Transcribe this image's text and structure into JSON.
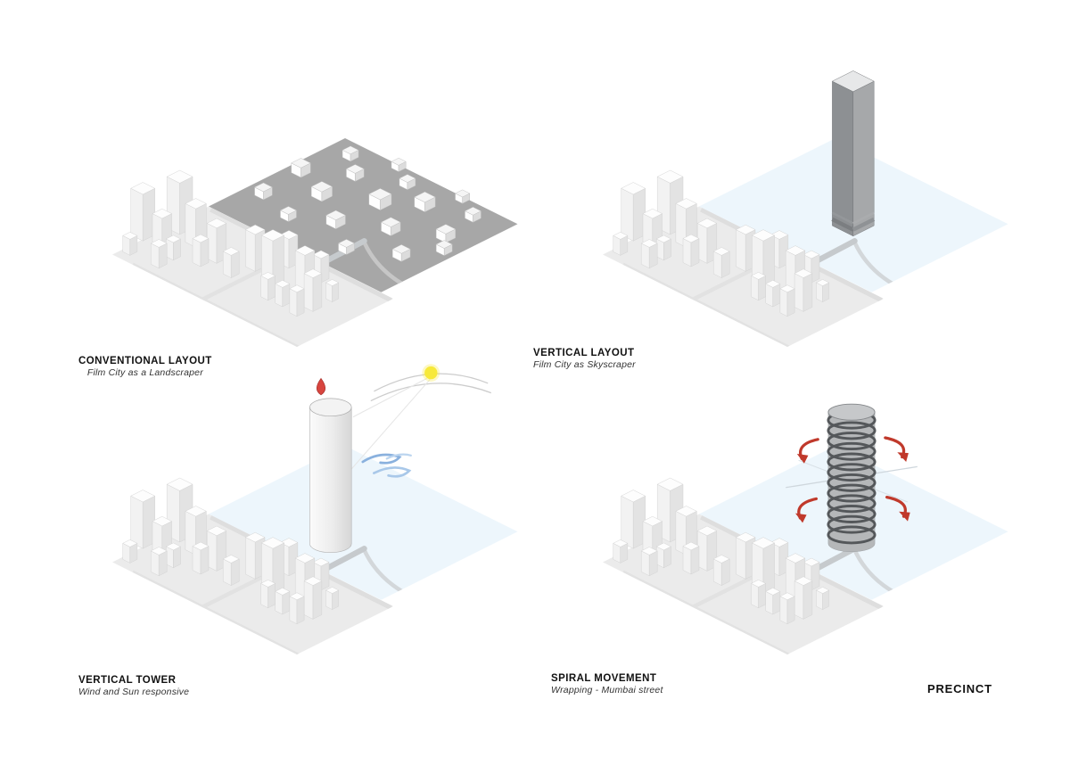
{
  "sheet_title": "PRECINCT",
  "diagrams": [
    {
      "id": "conventional-layout",
      "title": "CONVENTIONAL LAYOUT",
      "subtitle": "Film City as a Landscraper"
    },
    {
      "id": "vertical-layout",
      "title": "VERTICAL LAYOUT",
      "subtitle": "Film City as Skyscraper"
    },
    {
      "id": "vertical-tower",
      "title": "VERTICAL TOWER",
      "subtitle": "Wind and Sun responsive"
    },
    {
      "id": "spiral-movement",
      "title": "SPIRAL MOVEMENT",
      "subtitle": "Wrapping - Mumbai street"
    }
  ],
  "icons": {
    "sun": "sun-icon",
    "wind_drop": "wind-drop-icon",
    "wind_swirl": "wind-swirl-icon",
    "rotation_arrows": "rotation-arrows-icon"
  },
  "colors": {
    "background": "#ffffff",
    "site_plane_dark": "#a7a7a7",
    "site_plane_blue": "#edf6fc",
    "city_plane": "#ebebeb",
    "road": "#dedede",
    "building_top": "#fdfdfd",
    "building_left": "#f2f2f2",
    "building_right": "#e3e3e3",
    "tower_left": "#8d9093",
    "tower_right": "#a6a8aa",
    "tower_top": "#e7e8e9",
    "cylinder_light": "#fbfbfb",
    "cylinder_shade": "#d6d6d6",
    "spiral_body": "#b5b7b9",
    "coil_dark": "#54575a",
    "sun_yellow": "#f7e93a",
    "accent_red": "#c0392b",
    "drop_red": "#d8453f",
    "wind_blue": "#8ab1de",
    "text": "#111111"
  }
}
